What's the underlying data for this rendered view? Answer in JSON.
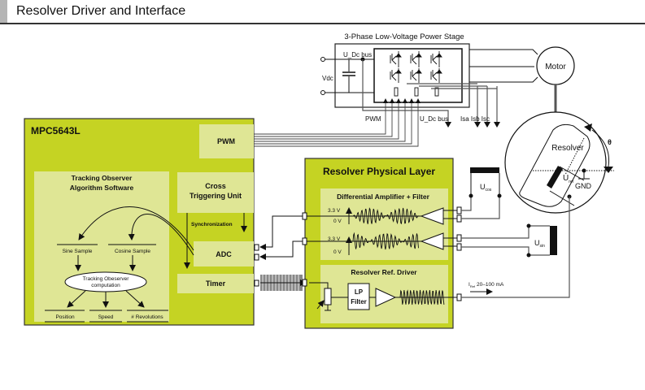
{
  "header": {
    "title": "Resolver Driver and Interface"
  },
  "colors": {
    "block_green": "#c5d323",
    "sub_block": "#dfe695",
    "line": "#222222",
    "wire_gray": "#666666"
  },
  "power_stage": {
    "title": "3-Phase Low-Voltage Power Stage",
    "dc_bus_label": "U_Dc bus",
    "vdc_label": "Vdc",
    "pwm_label": "PWM",
    "dc_bus_out_label": "U_Dc bus",
    "current_labels": "Isa Isb Isc"
  },
  "motor": {
    "label": "Motor"
  },
  "resolver": {
    "label": "Resolver",
    "uref": "U",
    "uref_sub": "ref",
    "gnd": "GND",
    "angle_symbol": "θ"
  },
  "mcu": {
    "title": "MPC5643L",
    "pwm": "PWM",
    "ctu_line1": "Cross",
    "ctu_line2": "Triggering Unit",
    "sync": "Synchronization",
    "adc": "ADC",
    "timer": "Timer",
    "software": {
      "title_line1": "Tracking Observer",
      "title_line2": "Algorithm Software",
      "sine": "Sine Sample",
      "cosine": "Cosine Sample",
      "computation_line1": "Tracking Obeserver",
      "computation_line2": "computation",
      "outputs": [
        "Position",
        "Speed",
        "# Revolutions"
      ]
    }
  },
  "physical_layer": {
    "title": "Resolver Physical Layer",
    "diff_amp": "Differential Amplifier + Filter",
    "v_high": "3.3 V",
    "v_low": "0 V",
    "ref_driver": "Resolver Ref. Driver",
    "lp_line1": "LP",
    "lp_line2": "Filter"
  },
  "signals": {
    "ucos": "U",
    "ucos_sub": "cos",
    "usin": "U",
    "usin_sub": "sin",
    "iref": "I",
    "iref_sub": "Ref",
    "iref_range": "20–100 mA"
  }
}
